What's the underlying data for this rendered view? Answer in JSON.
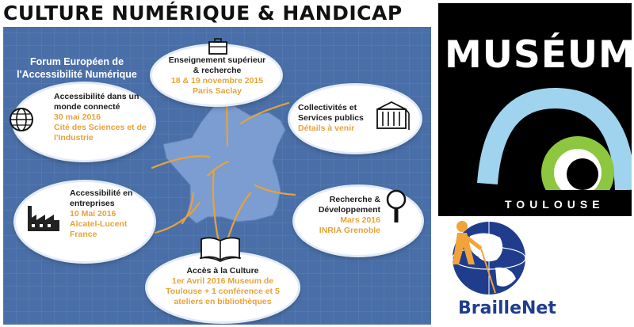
{
  "title": "CULTURE NUMÉRIQUE & HANDICAP",
  "forum": {
    "line1": "Forum Européen de",
    "line2": "l'Accessibilité Numérique"
  },
  "events": {
    "enseignement": {
      "icon": "briefcase-icon",
      "h1": "Enseignement supérieur",
      "h2": "& recherche",
      "d1": "18 & 19 novembre 2015",
      "d2": "Paris Saclay"
    },
    "monde": {
      "icon": "globe-icon",
      "h1": "Accessibilité  dans un",
      "h2": "monde connecté",
      "d1": "30 mai 2016",
      "d2": "Cité des Sciences et de",
      "d3": "l'Industrie"
    },
    "collectivites": {
      "icon": "building-icon",
      "h1": "Collectivités  et",
      "h2": "Services publics",
      "d1": "Détails à venir"
    },
    "entreprises": {
      "icon": "factory-icon",
      "h1": "Accessibilité  en",
      "h2": "entreprises",
      "d1": "10 Mai 2016",
      "d2": "Alcatel-Lucent",
      "d3": "France"
    },
    "recherche": {
      "icon": "magnifier-icon",
      "h1": "Recherche &",
      "h2": "Développement",
      "d1": "Mars 2016",
      "d2": "INRIA Grenoble"
    },
    "culture": {
      "icon": "book-icon",
      "h1": "Accès à la Culture",
      "d1": "1er Avril 2016  Museum de",
      "d2": "Toulouse + 1 conférence et 5",
      "d3": "ateliers en bibliothèques"
    }
  },
  "museum_logo": {
    "word": "MUSÉUM",
    "city": "TOULOUSE"
  },
  "braillenet_logo": {
    "word": "BrailleNet"
  },
  "colors": {
    "panel": "#4a6fa8",
    "accent": "#e8a23a",
    "france": "#7b9dd1"
  }
}
